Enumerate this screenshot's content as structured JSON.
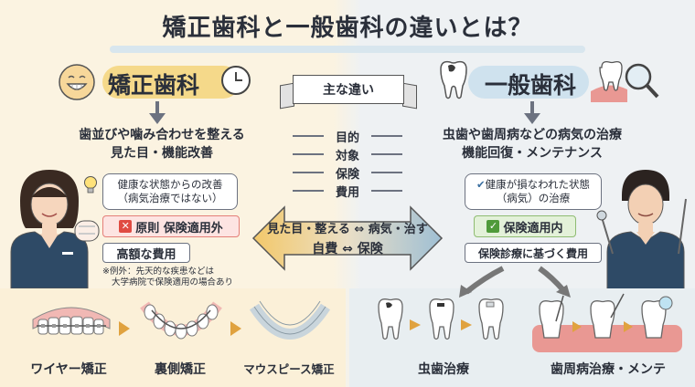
{
  "title": "矯正歯科と一般歯科の違いとは？",
  "left": {
    "header": "矯正歯科",
    "description_line1": "歯並びや噛み合わせを整える",
    "description_line2": "見た目・機能改善",
    "bubble_line1": "健康な状態からの改善",
    "bubble_line2": "（病気治療ではない）",
    "tag_insurance": "原則 保険適用外",
    "tag_cost": "高額な費用",
    "note_line1": "※例外：先天的な疾患などは",
    "note_line2": "大学病院で保険適用の場合あり",
    "types": [
      "ワイヤー矯正",
      "裏側矯正",
      "マウスピース矯正"
    ]
  },
  "right": {
    "header": "一般歯科",
    "description_line1": "虫歯や歯周病などの病気の治療",
    "description_line2": "機能回復・メンテナンス",
    "bubble_line1": "健康が損なわれた状態",
    "bubble_line2": "（病気）の治療",
    "tag_insurance": "保険適用内",
    "tag_cost": "保険診療に基づく費用",
    "types": [
      "虫歯治療",
      "歯周病治療・メンテ"
    ]
  },
  "center": {
    "banner": "主な違い",
    "criteria": [
      "目的",
      "対象",
      "保険",
      "費用"
    ],
    "summary_line1": "見た目・整える ⇔ 病気・治す",
    "summary_line2": "自費 ⇔ 保険"
  },
  "colors": {
    "left_bg": "#fbf3e1",
    "right_bg": "#eef1f3",
    "left_accent": "#f5d98a",
    "right_accent": "#cfe2ee",
    "warn_red": "#e04b42",
    "ok_green": "#4f9a3a"
  },
  "icons": [
    "smile-face-icon",
    "clock-icon",
    "decayed-tooth-icon",
    "magnifier-tooth-icon",
    "lightbulb-icon",
    "cross-mark-icon",
    "check-mark-icon"
  ]
}
